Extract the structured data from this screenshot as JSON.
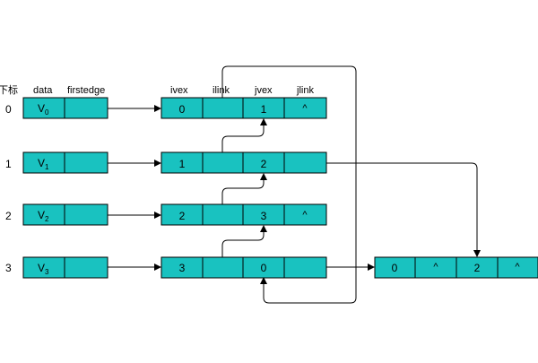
{
  "header": {
    "index_label": "下标",
    "data_label": "data",
    "firstedge_label": "firstedge",
    "ivex_label": "ivex",
    "ilink_label": "ilink",
    "jvex_label": "jvex",
    "jlink_label": "jlink"
  },
  "colors": {
    "cell_fill": "#19c2c0",
    "line": "#000000"
  },
  "rows": [
    {
      "index": "0",
      "vertex": "V",
      "sub": "0",
      "ivex": "0",
      "ilink": "",
      "jvex": "1",
      "jlink": "^"
    },
    {
      "index": "1",
      "vertex": "V",
      "sub": "1",
      "ivex": "1",
      "ilink": "",
      "jvex": "2",
      "jlink": ""
    },
    {
      "index": "2",
      "vertex": "V",
      "sub": "2",
      "ivex": "2",
      "ilink": "",
      "jvex": "3",
      "jlink": "^"
    },
    {
      "index": "3",
      "vertex": "V",
      "sub": "3",
      "ivex": "3",
      "ilink": "",
      "jvex": "0",
      "jlink": ""
    }
  ],
  "extra_edge": {
    "ivex": "0",
    "ilink": "^",
    "jvex": "2",
    "jlink": "^"
  }
}
